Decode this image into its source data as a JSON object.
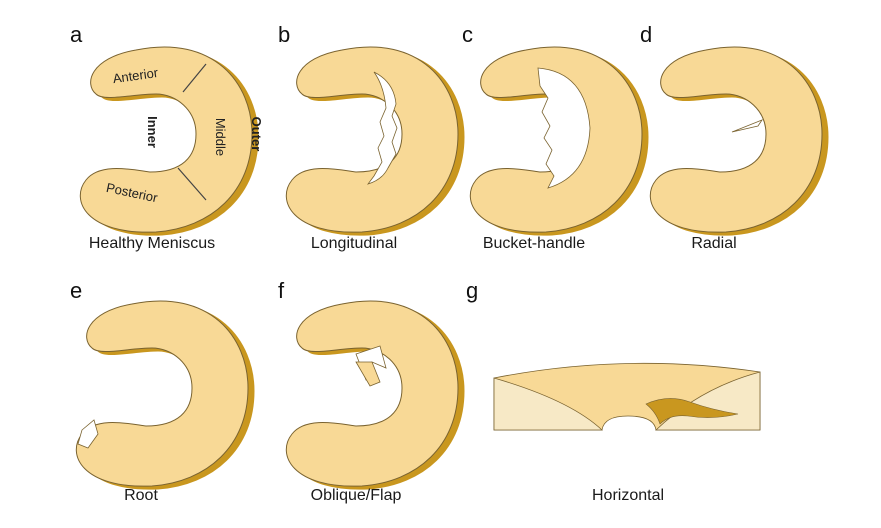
{
  "colors": {
    "fill": "#f8d996",
    "edge": "#c9971f",
    "outline": "#7a6330",
    "pale": "#f7e9c6",
    "tear": "#ffffff"
  },
  "panels": [
    {
      "letter": "a",
      "caption": "Healthy Meniscus"
    },
    {
      "letter": "b",
      "caption": "Longitudinal"
    },
    {
      "letter": "c",
      "caption": "Bucket-handle"
    },
    {
      "letter": "d",
      "caption": "Radial"
    },
    {
      "letter": "e",
      "caption": "Root"
    },
    {
      "letter": "f",
      "caption": "Oblique/Flap"
    },
    {
      "letter": "g",
      "caption": "Horizontal"
    }
  ],
  "regions": {
    "anterior": "Anterior",
    "middle": "Middle",
    "posterior": "Posterior",
    "inner": "Inner",
    "outer": "Outer"
  }
}
